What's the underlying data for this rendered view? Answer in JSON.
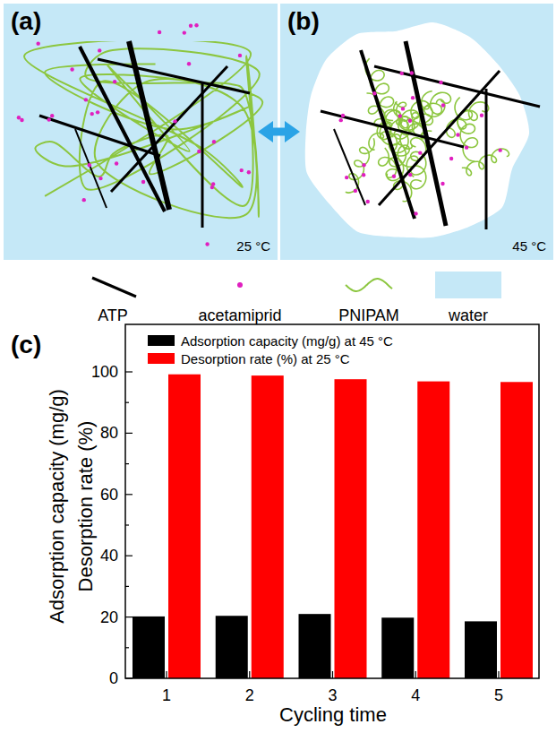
{
  "diagram": {
    "nodes": [
      {
        "text": [
          "(a)",
          "25 °C"
        ]
      },
      {
        "text": [
          "(b)",
          "45 °C"
        ]
      }
    ],
    "edges": [
      {
        "from": 0,
        "to": 1,
        "arrow": "both"
      }
    ],
    "labels": [
      "(c)",
      "0",
      "20",
      "40",
      "60",
      "80",
      "100",
      "1",
      "2",
      "3",
      "4",
      "5",
      "Cycling time",
      "Adsorption capacity (mg/g)",
      "Desorption rate (%)"
    ],
    "legend": [
      {
        "text": "ATP"
      },
      {
        "text": "acetamiprid"
      },
      {
        "text": "PNIPAM"
      },
      {
        "text": "water",
        "color": "#c5e8f7"
      },
      {
        "text": "Adsorption capacity (mg/g) at 45 °C",
        "color": "#000000"
      },
      {
        "text": "Desorption rate (%) at 25 °C",
        "color": "#ff0000"
      }
    ]
  }
}
